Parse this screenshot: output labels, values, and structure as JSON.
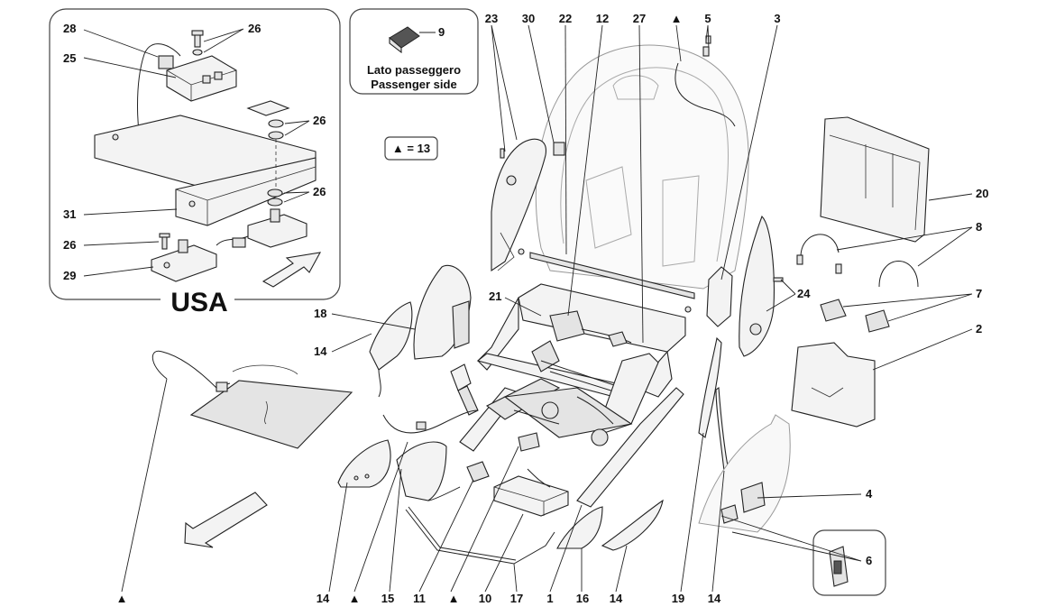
{
  "callout_labels": {
    "c28": "28",
    "c26a": "26",
    "c25": "25",
    "c26b": "26",
    "c26c": "26",
    "c31": "31",
    "c26d": "26",
    "c29": "29",
    "c9": "9",
    "c23": "23",
    "c30": "30",
    "c22": "22",
    "c12": "12",
    "c27": "27",
    "c5": "5",
    "c3": "3",
    "c20": "20",
    "c8": "8",
    "c7": "7",
    "c2": "2",
    "c24": "24",
    "c21": "21",
    "c18": "18",
    "c14a": "14",
    "c4": "4",
    "c6": "6",
    "c14b": "14",
    "c15": "15",
    "c11": "11",
    "c10": "10",
    "c17": "17",
    "c1": "1",
    "c16": "16",
    "c14c": "14",
    "c19": "19",
    "c14d": "14"
  },
  "triangle_marker": "▲",
  "usa_box": {
    "title": "USA"
  },
  "passenger_box": {
    "line1": "Lato passeggero",
    "line2": "Passenger side"
  },
  "legend": {
    "text": "▲ = 13"
  }
}
